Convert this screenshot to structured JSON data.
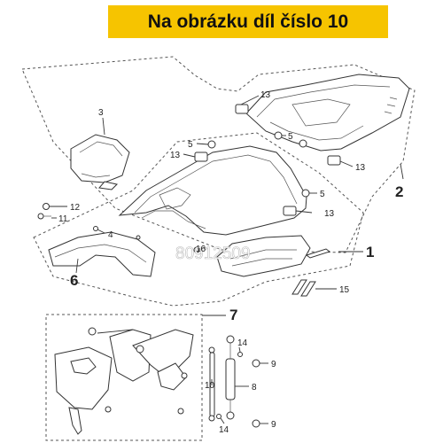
{
  "banner": {
    "text": "Na obrázku díl číslo 10",
    "color": "#f6c400"
  },
  "watermark": "80912509",
  "callouts": {
    "c1": "1",
    "c2": "2",
    "c3": "3",
    "c4": "4",
    "c5a": "5",
    "c5b": "5",
    "c5c": "5",
    "c6": "6",
    "c7": "7",
    "c8": "8",
    "c9a": "9",
    "c9b": "9",
    "c10": "10",
    "c11": "11",
    "c12": "12",
    "c13a": "13",
    "c13b": "13",
    "c13c": "13",
    "c13d": "13",
    "c14a": "14",
    "c14b": "14",
    "c15": "15",
    "c16": "16"
  }
}
